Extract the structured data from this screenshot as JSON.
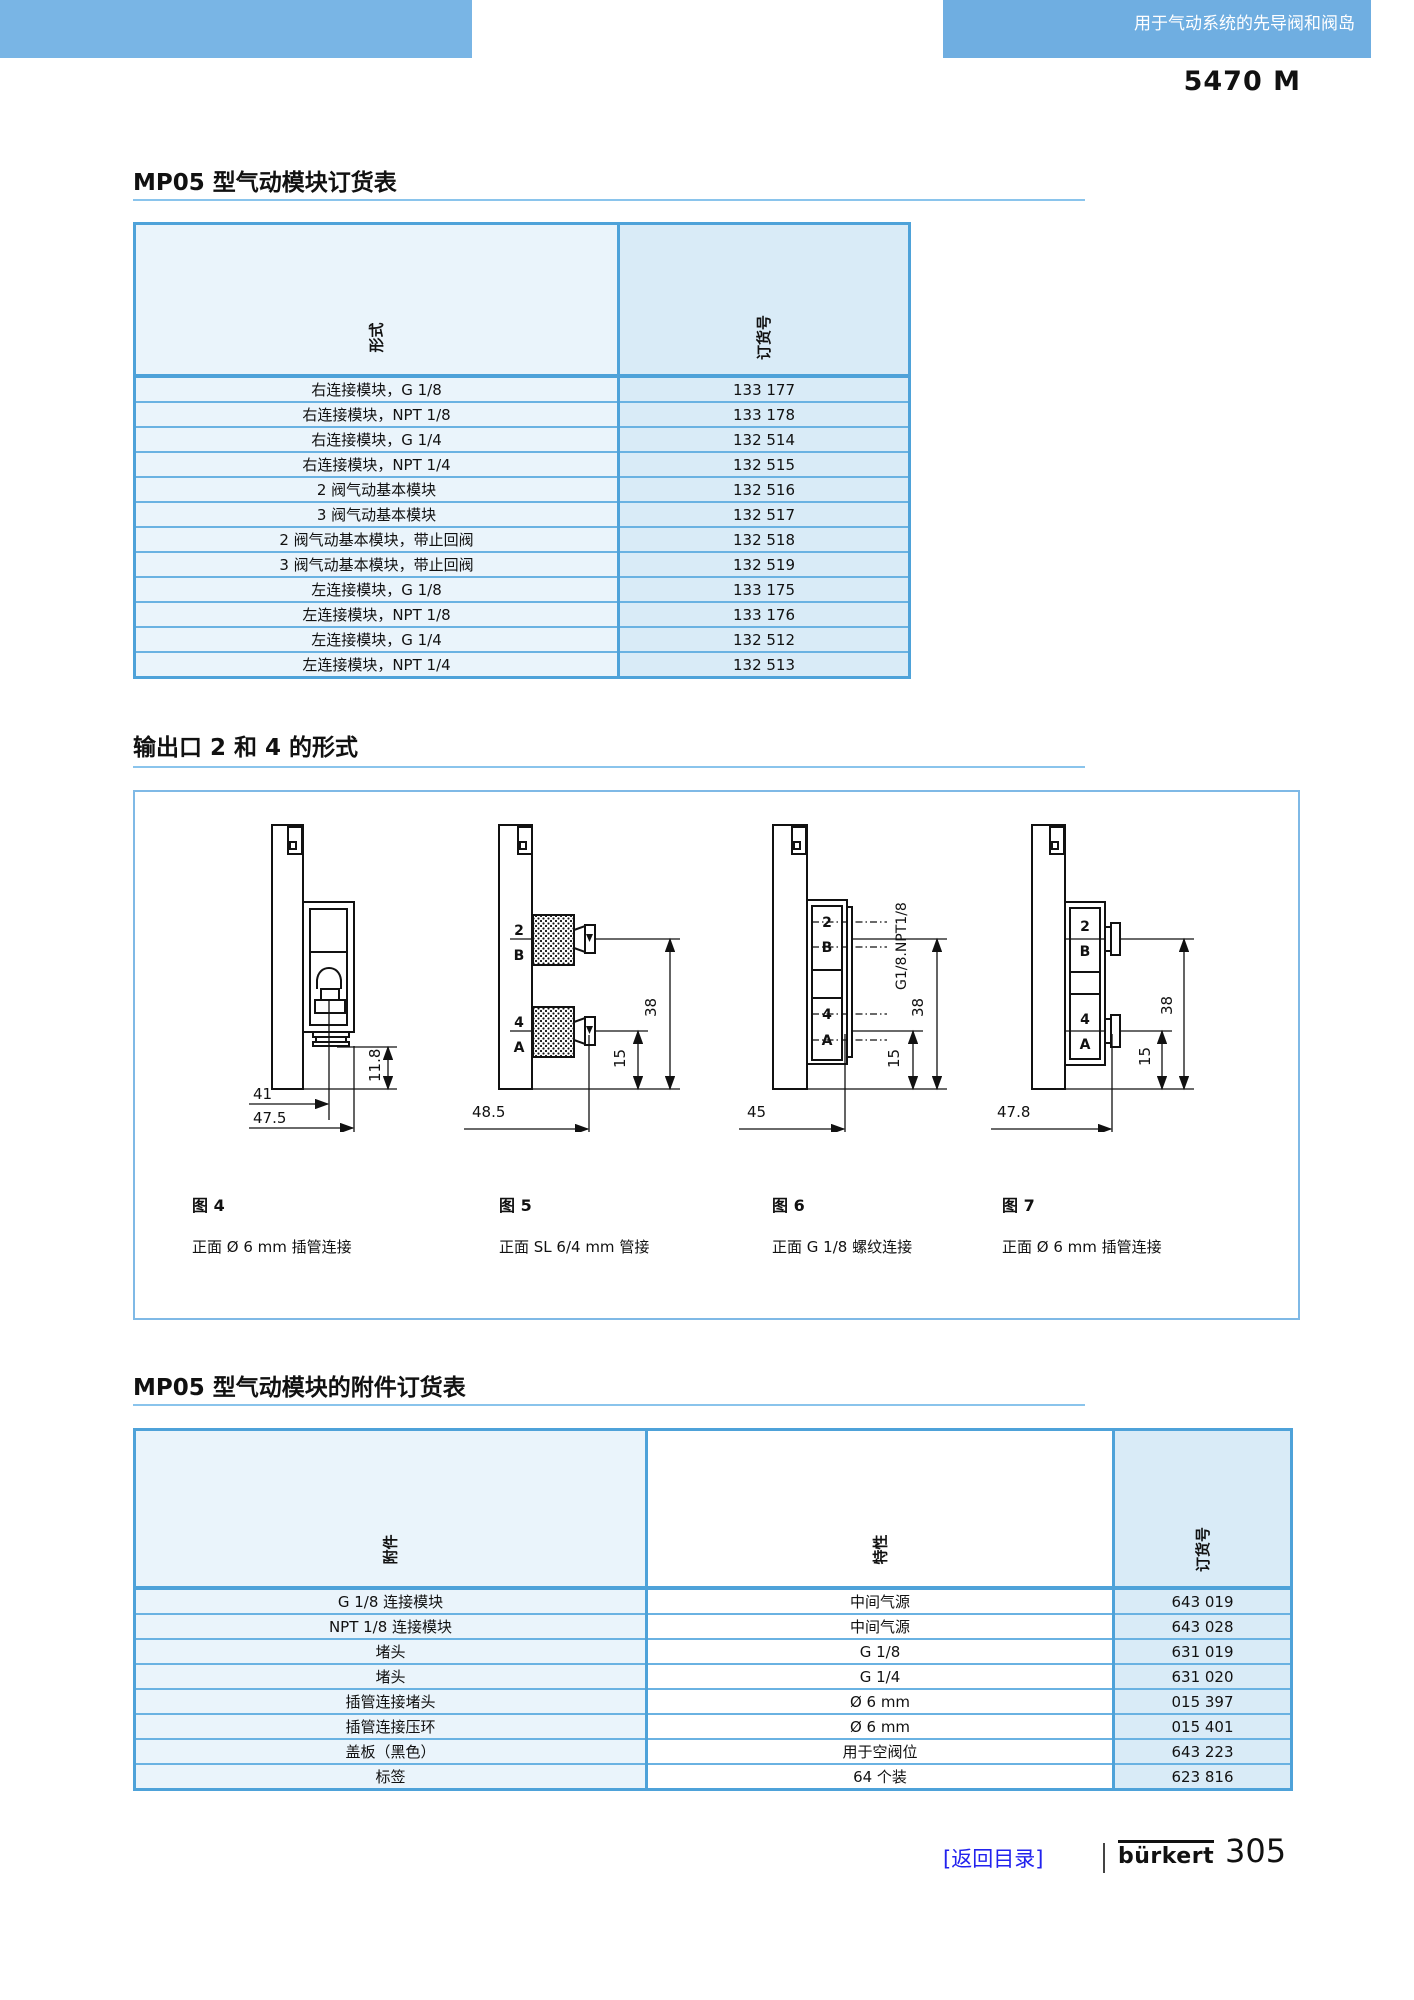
{
  "header": {
    "banner_text": "用于气动系统的先导阀和阀岛",
    "doc_number": "5470 M"
  },
  "colors": {
    "bar_blue": "#74B2E3",
    "table_border_blue": "#4EA2D9",
    "cell_light_blue": "#EAF4FB",
    "cell_mid_blue": "#D9EBF7",
    "link_blue": "#2222EE"
  },
  "section1": {
    "title": "MP05 型气动模块订货表",
    "table": {
      "headers": [
        "形式",
        "订货号"
      ],
      "rows": [
        [
          "右连接模块，G 1/8",
          "133 177"
        ],
        [
          "右连接模块，NPT 1/8",
          "133 178"
        ],
        [
          "右连接模块，G 1/4",
          "132 514"
        ],
        [
          "右连接模块，NPT 1/4",
          "132 515"
        ],
        [
          "2 阀气动基本模块",
          "132 516"
        ],
        [
          "3 阀气动基本模块",
          "132 517"
        ],
        [
          "2 阀气动基本模块，带止回阀",
          "132 518"
        ],
        [
          "3 阀气动基本模块，带止回阀",
          "132 519"
        ],
        [
          "左连接模块，G 1/8",
          "133 175"
        ],
        [
          "左连接模块，NPT 1/8",
          "133 176"
        ],
        [
          "左连接模块，G 1/4",
          "132 512"
        ],
        [
          "左连接模块，NPT 1/4",
          "132 513"
        ]
      ]
    }
  },
  "section2": {
    "title": "输出口 2 和 4 的形式",
    "figures": [
      {
        "id": "图 4",
        "caption": "正面 Ø 6 mm 插管连接",
        "dims": {
          "a": "11.8",
          "b": "41",
          "c": "47.5"
        }
      },
      {
        "id": "图 5",
        "caption": "正面 SL 6/4 mm 管接",
        "dims": {
          "a": "38",
          "b": "15",
          "c": "48.5"
        },
        "ports": [
          "2",
          "B",
          "4",
          "A"
        ]
      },
      {
        "id": "图 6",
        "caption": "正面 G 1/8 螺纹连接",
        "dims": {
          "a": "38",
          "b": "15",
          "c": "45"
        },
        "thread": "G1/8.NPT1/8",
        "ports": [
          "2",
          "B",
          "4",
          "A"
        ]
      },
      {
        "id": "图 7",
        "caption": "正面 Ø 6 mm 插管连接",
        "dims": {
          "a": "38",
          "b": "15",
          "c": "47.8"
        },
        "ports": [
          "2",
          "B",
          "4",
          "A"
        ]
      }
    ]
  },
  "section3": {
    "title": "MP05 型气动模块的附件订货表",
    "table": {
      "headers": [
        "附件",
        "特性",
        "订货号"
      ],
      "rows": [
        [
          "G 1/8 连接模块",
          "中间气源",
          "643 019"
        ],
        [
          "NPT 1/8 连接模块",
          "中间气源",
          "643 028"
        ],
        [
          "堵头",
          "G 1/8",
          "631 019"
        ],
        [
          "堵头",
          "G 1/4",
          "631 020"
        ],
        [
          "插管连接堵头",
          "Ø 6 mm",
          "015 397"
        ],
        [
          "插管连接压环",
          "Ø 6 mm",
          "015 401"
        ],
        [
          "盖板（黑色）",
          "用于空阀位",
          "643 223"
        ],
        [
          "标签",
          "64 个装",
          "623 816"
        ]
      ]
    }
  },
  "footer": {
    "back_link": "[返回目录]",
    "brand": "bürkert",
    "page_number": "305"
  }
}
